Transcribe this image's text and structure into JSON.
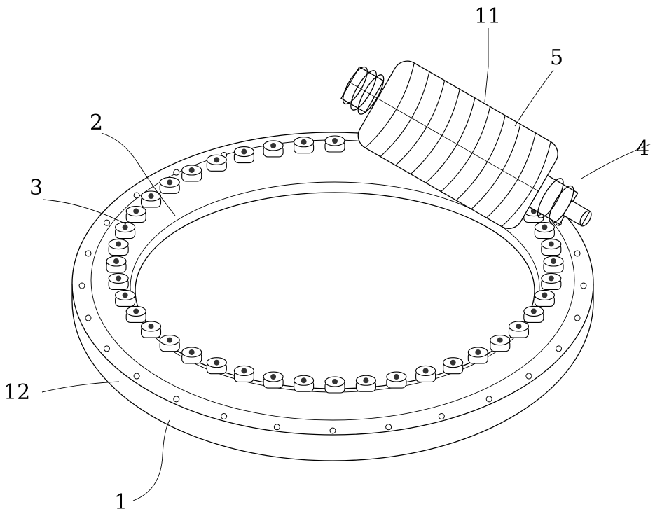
{
  "figure": {
    "labels": {
      "ring": "1",
      "inner_race": "2",
      "roller": "3",
      "shaft_end": "4",
      "worm": "5",
      "worm_bearing": "11",
      "screw_hole": "12"
    }
  }
}
